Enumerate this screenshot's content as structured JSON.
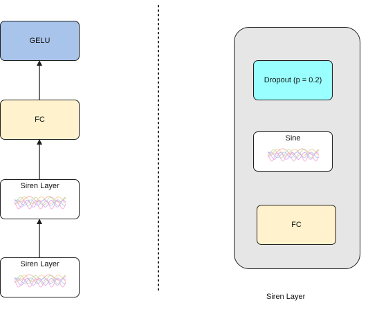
{
  "left_stack": {
    "gelu": {
      "label": "GELU",
      "fill": "#a9c4eb"
    },
    "fc": {
      "label": "FC",
      "fill": "#fff2cc"
    },
    "siren_top": {
      "label": "Siren Layer"
    },
    "siren_bottom": {
      "label": "Siren Layer"
    }
  },
  "right_stack": {
    "dropout": {
      "label": "Dropout (p = 0.2)",
      "fill": "#99ffff"
    },
    "sine": {
      "label": "Sine"
    },
    "fc": {
      "label": "FC",
      "fill": "#fff2cc"
    },
    "group_fill": "#e6e6e6",
    "caption": "Siren Layer"
  },
  "colors": {
    "stroke": "#1f1f1f",
    "wave_palette": [
      "#f4a6a6",
      "#f7c98b",
      "#b8e0a3",
      "#a6c8f4",
      "#d3a6f4",
      "#f4a6d8"
    ]
  }
}
